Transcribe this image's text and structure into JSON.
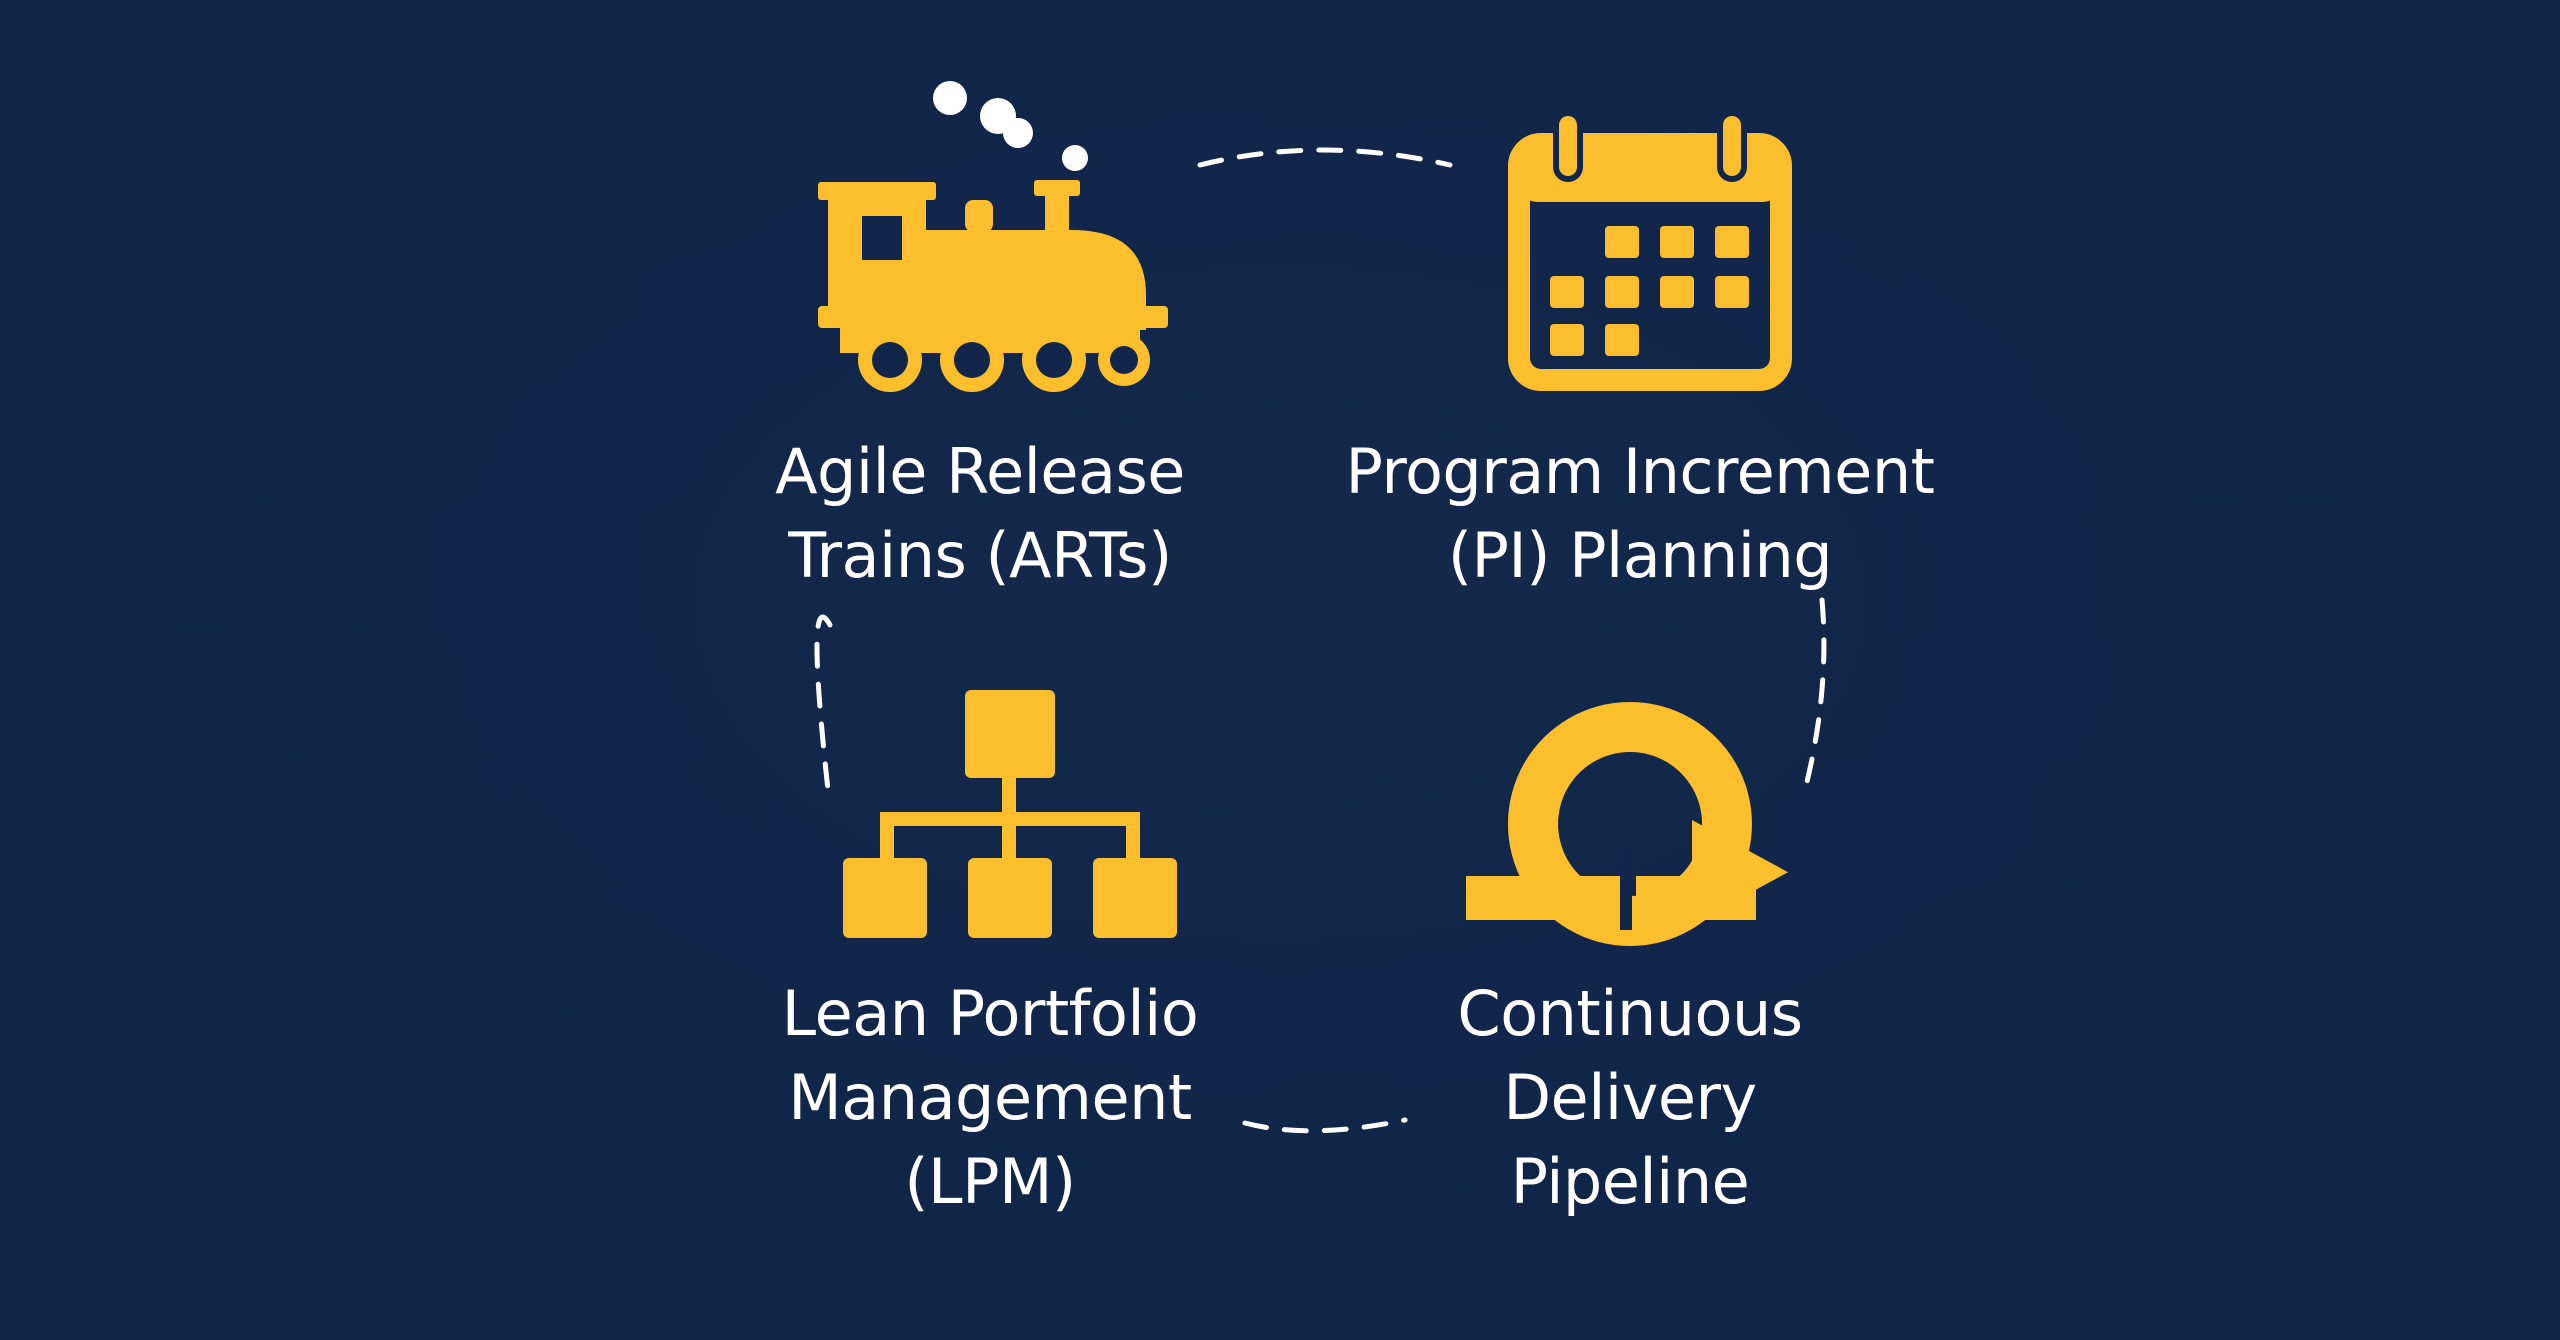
{
  "colors": {
    "background": "#11264a",
    "accent": "#fbbf2d",
    "text": "#ffffff",
    "connector": "#ffffff"
  },
  "nodes": [
    {
      "id": "art",
      "icon": "train-icon",
      "label_lines": [
        "Agile Release",
        "Trains (ARTs)"
      ]
    },
    {
      "id": "pi",
      "icon": "calendar-icon",
      "label_lines": [
        "Program Increment",
        "(PI) Planning"
      ]
    },
    {
      "id": "lpm",
      "icon": "hierarchy-icon",
      "label_lines": [
        "Lean Portfolio",
        "Management",
        "(LPM)"
      ]
    },
    {
      "id": "cdp",
      "icon": "loop-arrow-icon",
      "label_lines": [
        "Continuous",
        "Delivery",
        "Pipeline"
      ]
    }
  ]
}
